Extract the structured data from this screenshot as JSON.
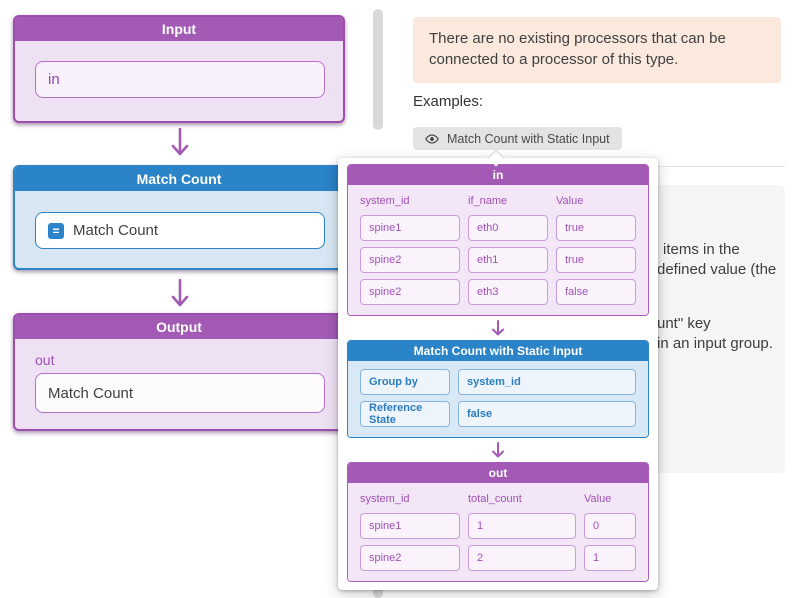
{
  "left_panel": {
    "input_node": {
      "title": "Input",
      "field_value": "in"
    },
    "match_node": {
      "title": "Match Count",
      "field_value": "Match Count",
      "icon": "equals-icon"
    },
    "output_node": {
      "title": "Output",
      "port_label": "out",
      "field_value": "Match Count"
    },
    "equals_glyph": "="
  },
  "right_panel": {
    "notice_text": "There are no existing processors that can be connected to a processor of this type.",
    "examples_heading": "Examples:",
    "example_button": {
      "icon": "eye-icon",
      "label": "Match Count with Static Input"
    },
    "description_fragments": {
      "line1": "items in the",
      "line2": "defined value (the",
      "line3": "unt\" key",
      "line4": "in an input group."
    }
  },
  "popover": {
    "in_table": {
      "title": "in",
      "columns": [
        "system_id",
        "if_name",
        "Value"
      ],
      "rows": [
        [
          "spine1",
          "eth0",
          "true"
        ],
        [
          "spine2",
          "eth1",
          "true"
        ],
        [
          "spine2",
          "eth3",
          "false"
        ]
      ]
    },
    "processor_box": {
      "title": "Match Count with Static Input",
      "properties": [
        {
          "name": "Group by",
          "value": "system_id"
        },
        {
          "name": "Reference State",
          "value": "false"
        }
      ]
    },
    "out_table": {
      "title": "out",
      "columns": [
        "system_id",
        "total_count",
        "Value"
      ],
      "rows": [
        [
          "spine1",
          "1",
          "0"
        ],
        [
          "spine2",
          "2",
          "1"
        ]
      ]
    }
  },
  "colors": {
    "purple_accent": "#a35ab5",
    "blue_accent": "#2b83c8",
    "notice_bg": "#fbe9dd",
    "panel_bg": "#f5f5f5"
  }
}
